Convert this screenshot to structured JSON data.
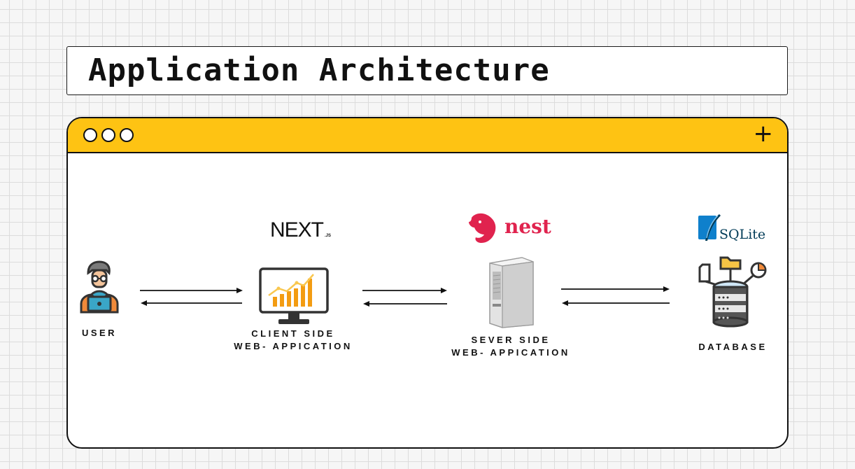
{
  "title": "Application Architecture",
  "window": {
    "plus_label": "+"
  },
  "logos": {
    "nextjs": {
      "text": "NEXT",
      "suffix": ".JS"
    },
    "nest": {
      "text": "nest"
    },
    "sqlite": {
      "text": "SQLite"
    }
  },
  "nodes": {
    "user": {
      "label": "USER"
    },
    "client": {
      "line1": "CLIENT SIDE",
      "line2": "WEB- APPICATION"
    },
    "server": {
      "line1": "SEVER SIDE",
      "line2": "WEB- APPICATION"
    },
    "database": {
      "label": "DATABASE"
    }
  },
  "colors": {
    "window_bar": "#fec313",
    "nest_red": "#e0234e",
    "sqlite_blue": "#0f80cc",
    "accent_orange": "#f39c12"
  }
}
